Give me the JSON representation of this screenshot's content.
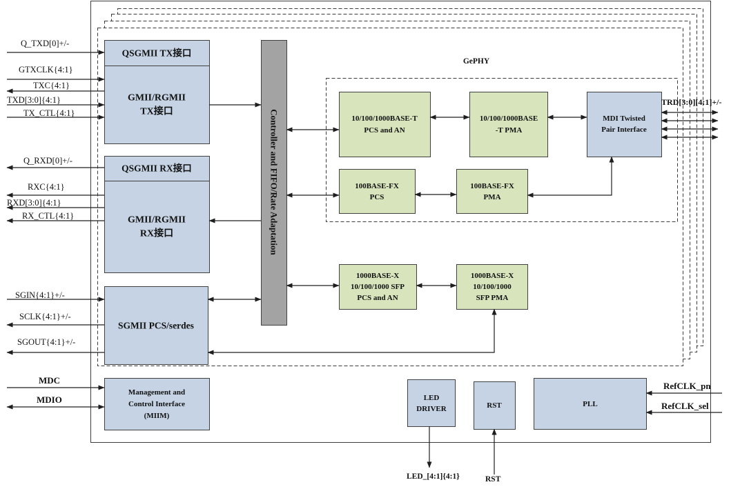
{
  "diagram": {
    "gephy_label": "GePHY",
    "controller": {
      "label": "Controller and FIFO/Rate Adaptation"
    },
    "colors": {
      "interface_block": "#c5d3e4",
      "phy_block": "#d8e4bc",
      "controller_block": "#a3a3a3"
    },
    "blocks": {
      "qsgmii_tx": {
        "lines": [
          "QSGMII TX接口"
        ]
      },
      "gmii_tx": {
        "lines": [
          "GMII/RGMII",
          "TX接口"
        ]
      },
      "qsgmii_rx": {
        "lines": [
          "QSGMII RX接口"
        ]
      },
      "gmii_rx": {
        "lines": [
          "GMII/RGMII",
          "RX接口"
        ]
      },
      "sgmii": {
        "lines": [
          "SGMII PCS/serdes"
        ]
      },
      "management": {
        "lines": [
          "Management and",
          "Control Interface",
          "(MIIM)"
        ]
      },
      "base_t_pcs": {
        "lines": [
          "10/100/1000BASE-T",
          "PCS and AN"
        ]
      },
      "base_t_pma": {
        "lines": [
          "10/100/1000BASE",
          "-T PMA"
        ]
      },
      "mdi": {
        "lines": [
          "MDI Twisted",
          "Pair Interface"
        ]
      },
      "fx_pcs": {
        "lines": [
          "100BASE-FX",
          "PCS"
        ]
      },
      "fx_pma": {
        "lines": [
          "100BASE-FX",
          "PMA"
        ]
      },
      "x_pcs": {
        "lines": [
          "1000BASE-X",
          "10/100/1000 SFP",
          "PCS and AN"
        ]
      },
      "x_pma": {
        "lines": [
          "1000BASE-X",
          "10/100/1000",
          "SFP PMA"
        ]
      },
      "led_driver": {
        "lines": [
          "LED",
          "DRIVER"
        ]
      },
      "rst": {
        "lines": [
          "RST"
        ]
      },
      "pll": {
        "lines": [
          "PLL"
        ]
      }
    },
    "signals": {
      "q_txd": "Q_TXD[0]+/-",
      "gtxclk": "GTXCLK{4:1}",
      "txc": "TXC{4:1}",
      "txd": "TXD[3:0]{4:1}",
      "tx_ctl": "TX_CTL{4:1}",
      "q_rxd": "Q_RXD[0]+/-",
      "rxc": "RXC{4:1}",
      "rxd": "RXD[3:0]{4:1}",
      "rx_ctl": "RX_CTL{4:1}",
      "sgin": "SGIN{4:1}+/-",
      "sclk": "SCLK{4:1}+/-",
      "sgout": "SGOUT{4:1}+/-",
      "mdc": "MDC",
      "mdio": "MDIO",
      "trd": "TRD[3:0][4:1]+/-",
      "refclk_pn": "RefCLK_pn",
      "refclk_sel": "RefCLK_sel",
      "led_out": "LED_[4:1]{4:1}",
      "rst_in": "RST"
    }
  }
}
